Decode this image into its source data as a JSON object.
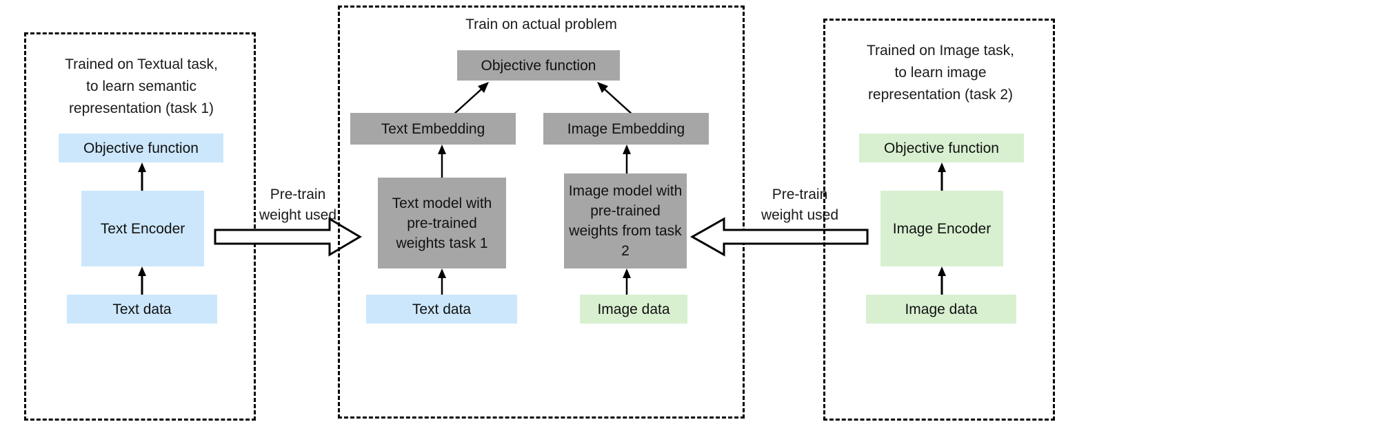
{
  "panels": [
    {
      "id": "left",
      "title": "Trained on Textual task,\nto learn semantic\nrepresentation (task 1)",
      "boxes": [
        {
          "label": "Objective function",
          "color": "#cce7fb"
        },
        {
          "label": "Text Encoder",
          "color": "#cce7fb"
        },
        {
          "label": "Text data",
          "color": "#cce7fb"
        }
      ]
    },
    {
      "id": "middle",
      "title": "Train on actual problem",
      "boxes": [
        {
          "label": "Objective function",
          "color": "#a6a6a6"
        },
        {
          "label": "Text Embedding",
          "color": "#a6a6a6"
        },
        {
          "label": "Image Embedding",
          "color": "#a6a6a6"
        },
        {
          "label": "Text model with pre-trained weights task 1",
          "color": "#a6a6a6"
        },
        {
          "label": "Image model with pre-trained weights from task 2",
          "color": "#a6a6a6"
        },
        {
          "label": "Text data",
          "color": "#cce7fb"
        },
        {
          "label": "Image data",
          "color": "#d8f0d0"
        }
      ]
    },
    {
      "id": "right",
      "title": "Trained on Image task,\nto learn image\nrepresentation (task 2)",
      "boxes": [
        {
          "label": "Objective function",
          "color": "#d8f0d0"
        },
        {
          "label": "Image Encoder",
          "color": "#d8f0d0"
        },
        {
          "label": "Image data",
          "color": "#d8f0d0"
        }
      ]
    }
  ],
  "transfer_arrows": [
    {
      "id": "left-to-middle",
      "label": "Pre-train\nweight used",
      "direction": "right"
    },
    {
      "id": "right-to-middle",
      "label": "Pre-train\nweight used",
      "direction": "left"
    }
  ],
  "colors": {
    "blue_fill": "#cce7fb",
    "green_fill": "#d8f0d0",
    "gray_fill": "#a6a6a6",
    "stroke": "#000000",
    "background": "#ffffff"
  }
}
